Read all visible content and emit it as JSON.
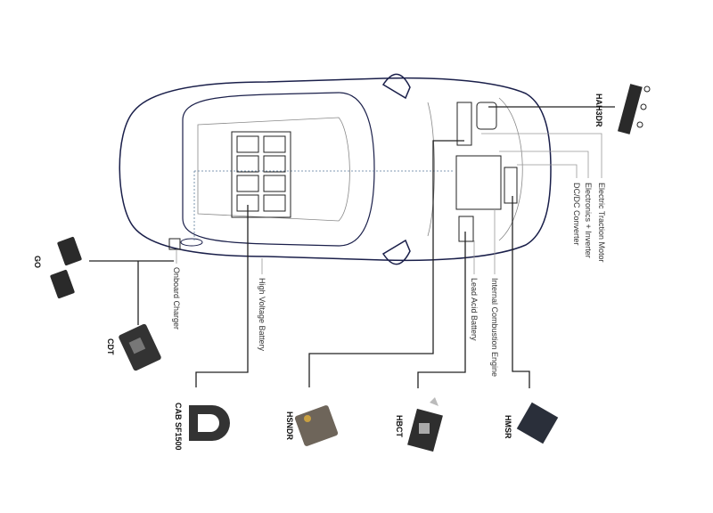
{
  "components": {
    "onboard_charger": "Onboard Charger",
    "high_voltage_battery": "High Voltage Battery",
    "lead_acid_battery": "Lead Acid Battery",
    "internal_combustion_engine": "Internal Combustion Engine",
    "electric_traction_motor": "Electric Traction Motor",
    "electronics_inverter": "Electronics + Inverter",
    "dcdc_converter": "DC/DC Converter"
  },
  "products": {
    "go": "GO",
    "cdt": "CDT",
    "cab": "CAB SF1500",
    "hsndr": "HSNDR",
    "hbct": "HBCT",
    "hmsr": "HMSR",
    "hah3dr": "HAH3DR"
  },
  "colors": {
    "outline": "#1a1f4a",
    "leader": "#222222",
    "thin": "#999999",
    "sensor": "#2a2a2a"
  }
}
